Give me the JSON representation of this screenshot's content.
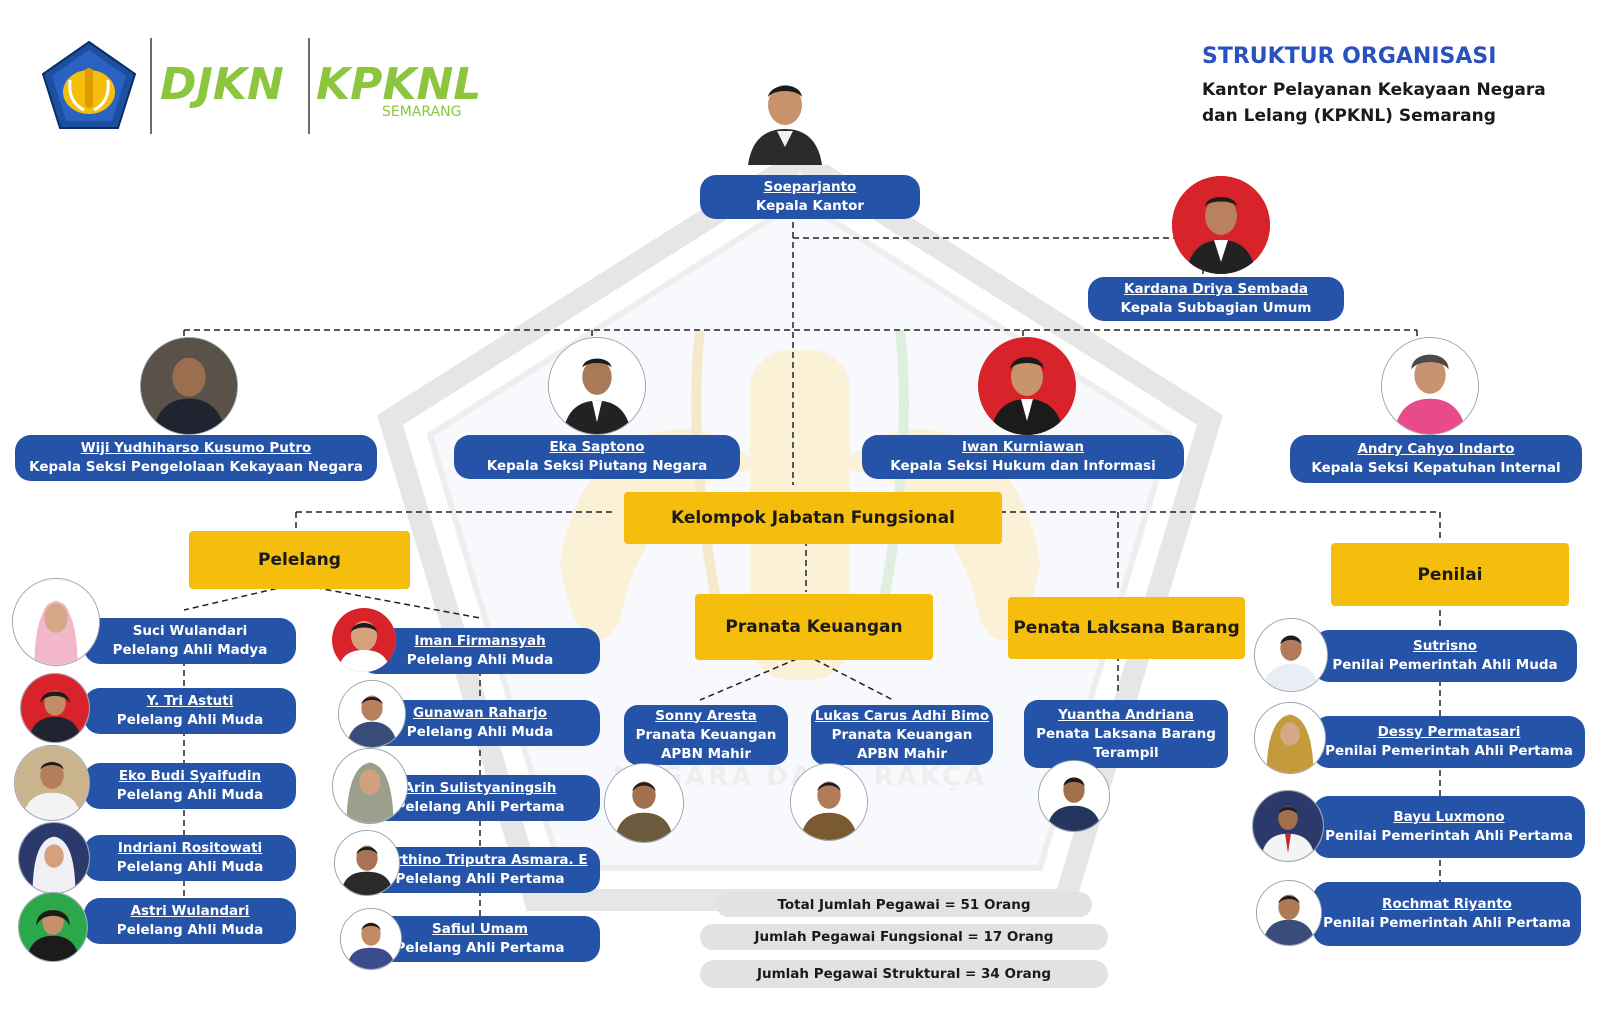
{
  "logo": {
    "brand1": "DJKN",
    "brand2": "KPKNL",
    "brand2_sub": "SEMARANG",
    "emblem_icon": "kemenkeu-emblem-icon"
  },
  "title": {
    "line1": "STRUKTUR ORGANISASI",
    "line2": "Kantor Pelayanan Kekayaan Negara",
    "line3": "dan Lelang (KPKNL) Semarang"
  },
  "watermark": {
    "text": "NAGARA DANA RAKÇA"
  },
  "head": {
    "name": "Soeparjanto",
    "role": "Kepala Kantor"
  },
  "subbag": {
    "name": "Kardana Driya Sembada",
    "role": "Kepala Subbagian Umum"
  },
  "seksi": [
    {
      "name": "Wiji Yudhiharso Kusumo Putro",
      "role": "Kepala Seksi Pengelolaan Kekayaan Negara"
    },
    {
      "name": "Eka Saptono",
      "role": "Kepala Seksi Piutang Negara"
    },
    {
      "name": "Iwan Kurniawan",
      "role": "Kepala Seksi Hukum dan Informasi"
    },
    {
      "name": "Andry Cahyo Indarto",
      "role": "Kepala Seksi Kepatuhan Internal"
    }
  ],
  "groups": {
    "kjf": "Kelompok Jabatan Fungsional",
    "pelelang": "Pelelang",
    "pranata": "Pranata Keuangan",
    "penata": "Penata Laksana Barang",
    "penilai": "Penilai"
  },
  "pelelang_left": [
    {
      "name": "Suci Wulandari",
      "role": "Pelelang Ahli Madya"
    },
    {
      "name": "Y. Tri Astuti",
      "role": "Pelelang Ahli Muda"
    },
    {
      "name": "Eko Budi Syaifudin",
      "role": "Pelelang Ahli Muda"
    },
    {
      "name": "Indriani Rositowati",
      "role": "Pelelang Ahli Muda"
    },
    {
      "name": "Astri Wulandari",
      "role": "Pelelang Ahli Muda"
    }
  ],
  "pelelang_right": [
    {
      "name": "Iman Firmansyah",
      "role": "Pelelang Ahli Muda"
    },
    {
      "name": "Gunawan Raharjo",
      "role": "Pelelang Ahli Muda"
    },
    {
      "name": "Arin Sulistyaningsih",
      "role": "Pelelang Ahli Pertama"
    },
    {
      "name": "Marthino Triputra Asmara. E",
      "role": "Pelelang Ahli Pertama"
    },
    {
      "name": "Safiul Umam",
      "role": "Pelelang Ahli Pertama"
    }
  ],
  "pranata": [
    {
      "name": "Sonny Aresta",
      "role1": "Pranata Keuangan",
      "role2": "APBN Mahir"
    },
    {
      "name": "Lukas Carus Adhi Bimo",
      "role1": "Pranata Keuangan",
      "role2": "APBN Mahir"
    }
  ],
  "penata": [
    {
      "name": "Yuantha Andriana",
      "role1": "Penata Laksana Barang",
      "role2": "Terampil"
    }
  ],
  "penilai": [
    {
      "name": "Sutrisno",
      "role": "Penilai Pemerintah Ahli Muda"
    },
    {
      "name": "Dessy Permatasari",
      "role": "Penilai Pemerintah Ahli Pertama"
    },
    {
      "name": "Bayu Luxmono",
      "role": "Penilai Pemerintah Ahli Pertama"
    },
    {
      "name": "Rochmat Riyanto",
      "role": "Penilai Pemerintah Ahli Pertama"
    }
  ],
  "totals": [
    "Total Jumlah Pegawai = 51 Orang",
    "Jumlah Pegawai Fungsional = 17 Orang",
    "Jumlah Pegawai Struktural = 34 Orang"
  ],
  "avatar_bg": {
    "white": "#ffffff",
    "red": "#d8232a",
    "dark": "#3b3f47"
  }
}
